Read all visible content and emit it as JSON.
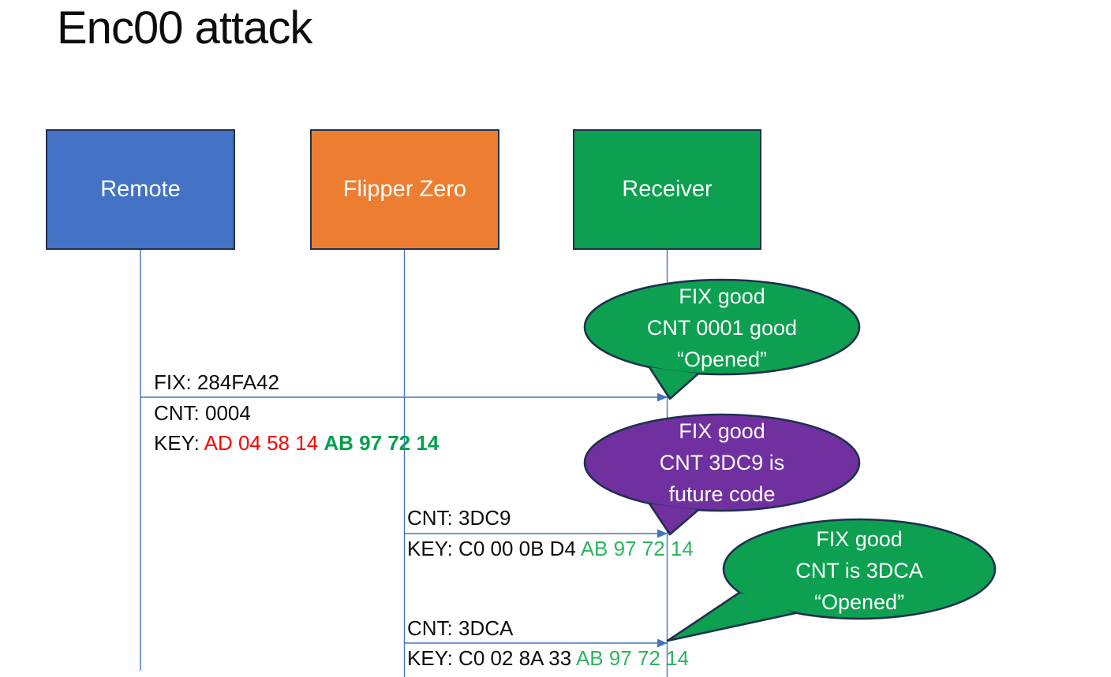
{
  "title": "Enc00 attack",
  "actors": {
    "remote": {
      "label": "Remote"
    },
    "flipper": {
      "label": "Flipper Zero"
    },
    "receiver": {
      "label": "Receiver"
    }
  },
  "messages": {
    "m1": {
      "fix": "FIX: 284FA42",
      "cnt": "CNT: 0004",
      "key_label": "KEY: ",
      "key_red": "AD 04 58 14 ",
      "key_green": "AB 97 72 14"
    },
    "m2": {
      "cnt": "CNT: 3DC9",
      "key_label": "KEY: C0 00 0B D4 ",
      "key_green": "AB 97 72 14"
    },
    "m3": {
      "cnt": "CNT: 3DCA",
      "key_label": "KEY: C0 02 8A 33 ",
      "key_green": "AB 97 72 14"
    }
  },
  "callouts": {
    "c1": {
      "lines": [
        "FIX good",
        "CNT 0001 good",
        "“Opened”"
      ]
    },
    "c2": {
      "lines": [
        "FIX good",
        "CNT 3DC9 is",
        "future code"
      ]
    },
    "c3": {
      "lines": [
        "FIX good",
        "CNT is 3DCA",
        "“Opened”"
      ]
    }
  },
  "colors": {
    "blue": "#4472C4",
    "orange": "#ED7D31",
    "green": "#0CA050",
    "purple": "#7030A0",
    "outline": "#1F3050",
    "line": "#4472C4",
    "ink": "#0D0D0D",
    "red": "#FF0000",
    "green_bold": "#00A14C",
    "green_light": "#2DB45E"
  }
}
